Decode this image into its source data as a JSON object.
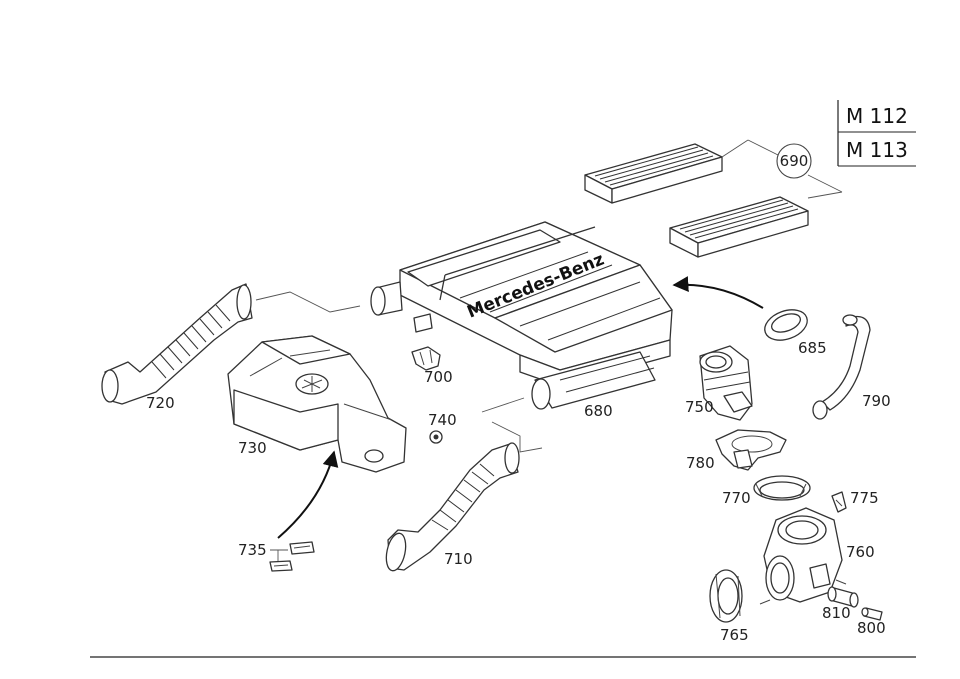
{
  "engine_codes": [
    "M 112",
    "M 113"
  ],
  "brand_text": "Mercedes-Benz",
  "callout_part": "690",
  "parts": {
    "p685": "685",
    "p680": "680",
    "p700": "700",
    "p720": "720",
    "p730": "730",
    "p735": "735",
    "p740": "740",
    "p710": "710",
    "p750": "750",
    "p780": "780",
    "p770": "770",
    "p775": "775",
    "p760": "760",
    "p765": "765",
    "p810": "810",
    "p800": "800",
    "p790": "790"
  }
}
